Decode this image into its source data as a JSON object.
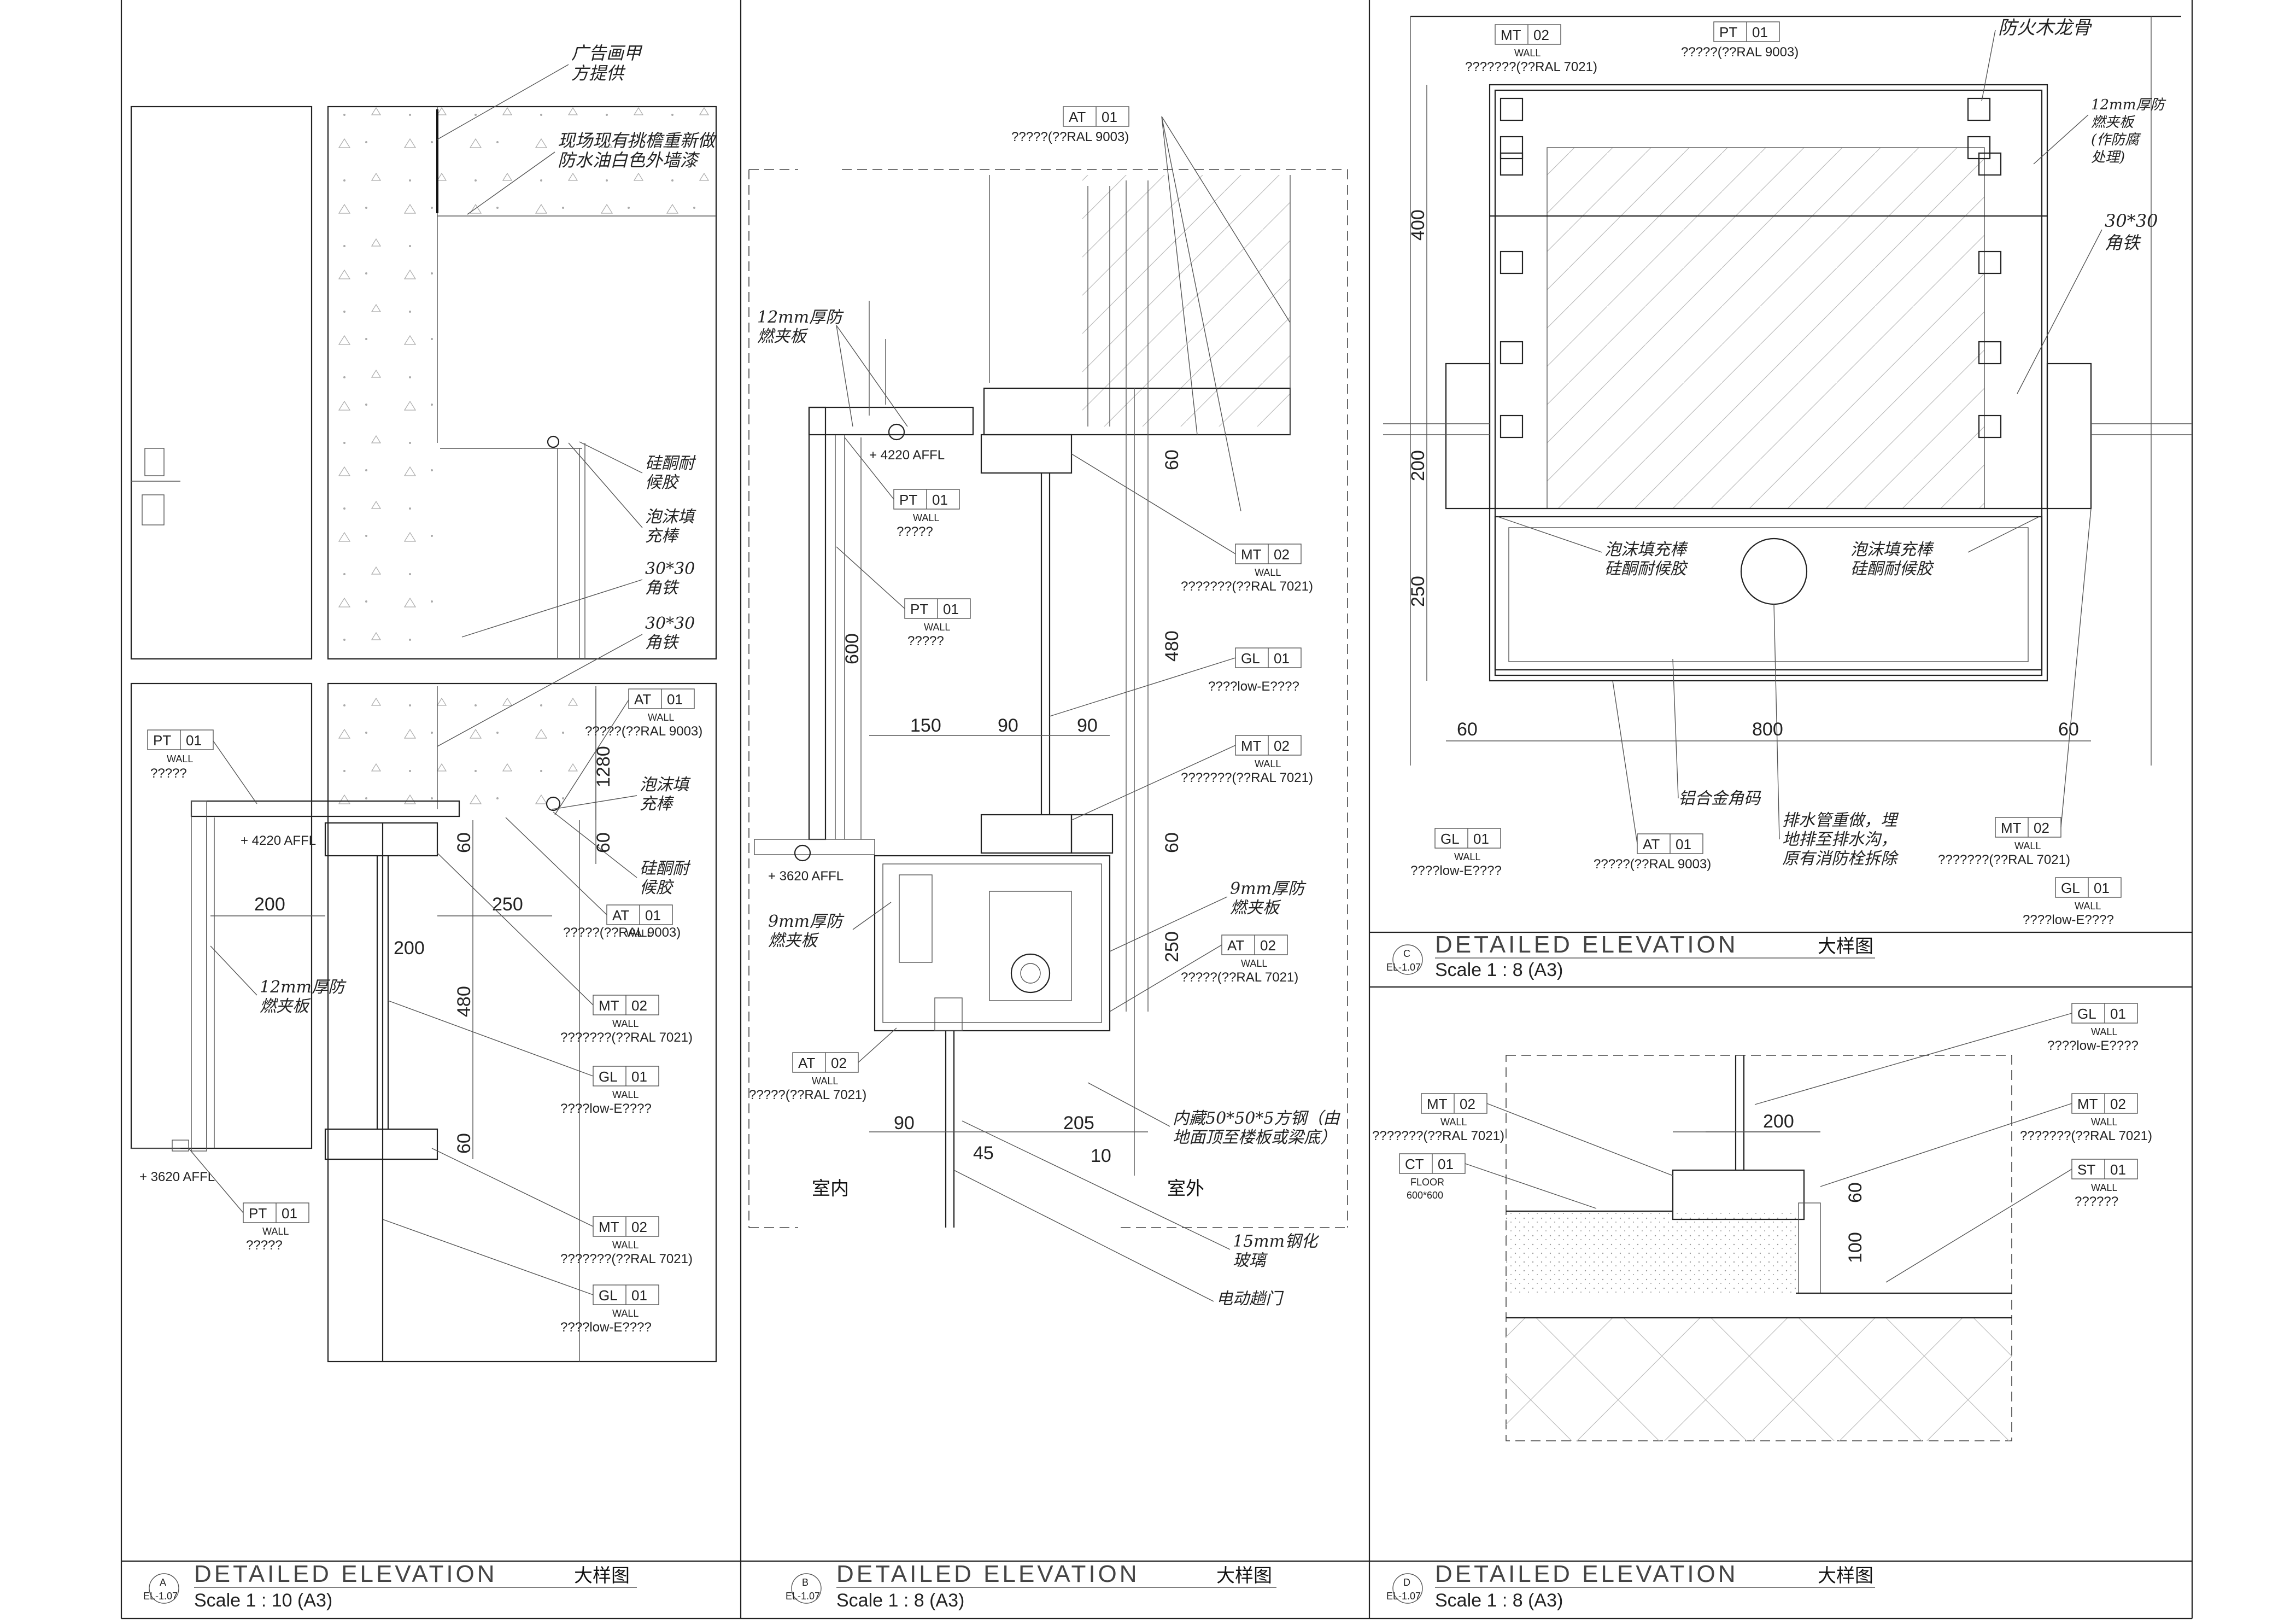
{
  "drawing": {
    "view_a": {
      "letter": "A",
      "sheet": "EL-1.07",
      "title": "DETAILED ELEVATION",
      "cn_title": "大样图",
      "scale": "Scale  1 : 10 (A3)",
      "notes": {
        "ad_panel": [
          "广告画甲",
          "方提供"
        ],
        "waterproof": [
          "现场现有挑檐重新做",
          "防水油白色外墙漆"
        ],
        "silicone_top": [
          "硅酮耐",
          "候胶"
        ],
        "foam_top": [
          "泡沫填",
          "充棒"
        ],
        "angle1": [
          "30*30",
          "角铁"
        ],
        "angle2": [
          "30*30",
          "角铁"
        ],
        "foam_bottom": [
          "泡沫填",
          "充棒"
        ],
        "silicone_bottom": [
          "硅酮耐",
          "候胶"
        ],
        "board": [
          "12mm厚防",
          "燃夹板"
        ]
      },
      "levels": [
        "+ 4220 AFFL",
        "+ 3620 AFFL"
      ],
      "dims": [
        "200",
        "250",
        "200",
        "60",
        "480",
        "60",
        "1280",
        "60"
      ],
      "tags": [
        {
          "code": "PT",
          "num": "01",
          "sub": "WALL",
          "desc": "?????"
        },
        {
          "code": "AT",
          "num": "01",
          "sub": "WALL",
          "desc": "?????(??RAL 9003)"
        },
        {
          "code": "AT",
          "num": "01",
          "sub": "WALL",
          "desc": "?????(??RAL 9003)"
        },
        {
          "code": "MT",
          "num": "02",
          "sub": "WALL",
          "desc": "???????(??RAL 7021)"
        },
        {
          "code": "GL",
          "num": "01",
          "sub": "WALL",
          "desc": "????low-E????"
        },
        {
          "code": "PT",
          "num": "01",
          "sub": "WALL",
          "desc": "?????"
        },
        {
          "code": "MT",
          "num": "02",
          "sub": "WALL",
          "desc": "???????(??RAL 7021)"
        },
        {
          "code": "GL",
          "num": "01",
          "sub": "WALL",
          "desc": "????low-E????"
        }
      ]
    },
    "view_b": {
      "letter": "B",
      "sheet": "EL-1.07",
      "title": "DETAILED ELEVATION",
      "cn_title": "大样图",
      "scale": "Scale  1 : 8 (A3)",
      "notes": {
        "board12": [
          "12mm厚防",
          "燃夹板"
        ],
        "board9_left": [
          "9mm厚防",
          "燃夹板"
        ],
        "board9_right": [
          "9mm厚防",
          "燃夹板"
        ],
        "steel": [
          "内藏50*50*5方钢（由",
          "地面顶至楼板或梁底）"
        ],
        "glass": [
          "15mm钢化",
          "玻璃"
        ],
        "door": [
          "电动趟门"
        ],
        "inside": "室内",
        "outside": "室外"
      },
      "levels": [
        "+ 4220 AFFL",
        "+ 3620 AFFL"
      ],
      "dims": [
        "60",
        "600",
        "480",
        "150",
        "90",
        "90",
        "60",
        "250",
        "90",
        "45",
        "205",
        "10"
      ],
      "tags": [
        {
          "code": "AT",
          "num": "01",
          "sub": "",
          "desc": "?????(??RAL 9003)"
        },
        {
          "code": "PT",
          "num": "01",
          "sub": "WALL",
          "desc": "?????"
        },
        {
          "code": "PT",
          "num": "01",
          "sub": "WALL",
          "desc": "?????"
        },
        {
          "code": "MT",
          "num": "02",
          "sub": "WALL",
          "desc": "???????(??RAL 7021)"
        },
        {
          "code": "GL",
          "num": "01",
          "sub": "WALL",
          "desc": "????low-E????"
        },
        {
          "code": "MT",
          "num": "02",
          "sub": "WALL",
          "desc": "???????(??RAL 7021)"
        },
        {
          "code": "AT",
          "num": "02",
          "sub": "WALL",
          "desc": "?????(??RAL 7021)"
        },
        {
          "code": "AT",
          "num": "02",
          "sub": "WALL",
          "desc": "?????(??RAL 7021)"
        }
      ]
    },
    "view_c": {
      "letter": "C",
      "sheet": "EL-1.07",
      "title": "DETAILED ELEVATION",
      "cn_title": "大样图",
      "scale": "Scale  1 : 8 (A3)",
      "notes": {
        "keel": [
          "防火木龙骨"
        ],
        "board": [
          "12mm厚防",
          "燃夹板",
          "(作防腐",
          "处理)"
        ],
        "angle": [
          "30*30",
          "角铁"
        ],
        "left_seal": [
          "泡沫填充棒",
          "硅酮耐候胶"
        ],
        "right_seal": [
          "泡沫填充棒",
          "硅酮耐候胶"
        ],
        "alu": [
          "铝合金角码"
        ],
        "drain": [
          "排水管重做，埋",
          "地排至排水沟，",
          "原有消防栓拆除"
        ]
      },
      "dims": [
        "400",
        "200",
        "250",
        "60",
        "800",
        "60"
      ],
      "tags": [
        {
          "code": "MT",
          "num": "02",
          "sub": "WALL",
          "desc": "???????(??RAL 7021)"
        },
        {
          "code": "PT",
          "num": "01",
          "sub": "",
          "desc": "?????(??RAL 9003)"
        },
        {
          "code": "GL",
          "num": "01",
          "sub": "WALL",
          "desc": "????low-E????"
        },
        {
          "code": "AT",
          "num": "01",
          "sub": "",
          "desc": "?????(??RAL 9003)"
        },
        {
          "code": "MT",
          "num": "02",
          "sub": "WALL",
          "desc": "???????(??RAL 7021)"
        },
        {
          "code": "GL",
          "num": "01",
          "sub": "WALL",
          "desc": "????low-E????"
        }
      ]
    },
    "view_d": {
      "letter": "D",
      "sheet": "EL-1.07",
      "title": "DETAILED ELEVATION",
      "cn_title": "大样图",
      "scale": "Scale  1 : 8 (A3)",
      "dims": [
        "200",
        "60",
        "100"
      ],
      "tags": [
        {
          "code": "GL",
          "num": "01",
          "sub": "WALL",
          "desc": "????low-E????"
        },
        {
          "code": "MT",
          "num": "02",
          "sub": "WALL",
          "desc": "???????(??RAL 7021)"
        },
        {
          "code": "MT",
          "num": "02",
          "sub": "WALL",
          "desc": "???????(??RAL 7021)"
        },
        {
          "code": "CT",
          "num": "01",
          "sub": "FLOOR",
          "sub2": "600*600",
          "desc": ""
        },
        {
          "code": "ST",
          "num": "01",
          "sub": "WALL",
          "desc": "??????"
        }
      ]
    }
  }
}
